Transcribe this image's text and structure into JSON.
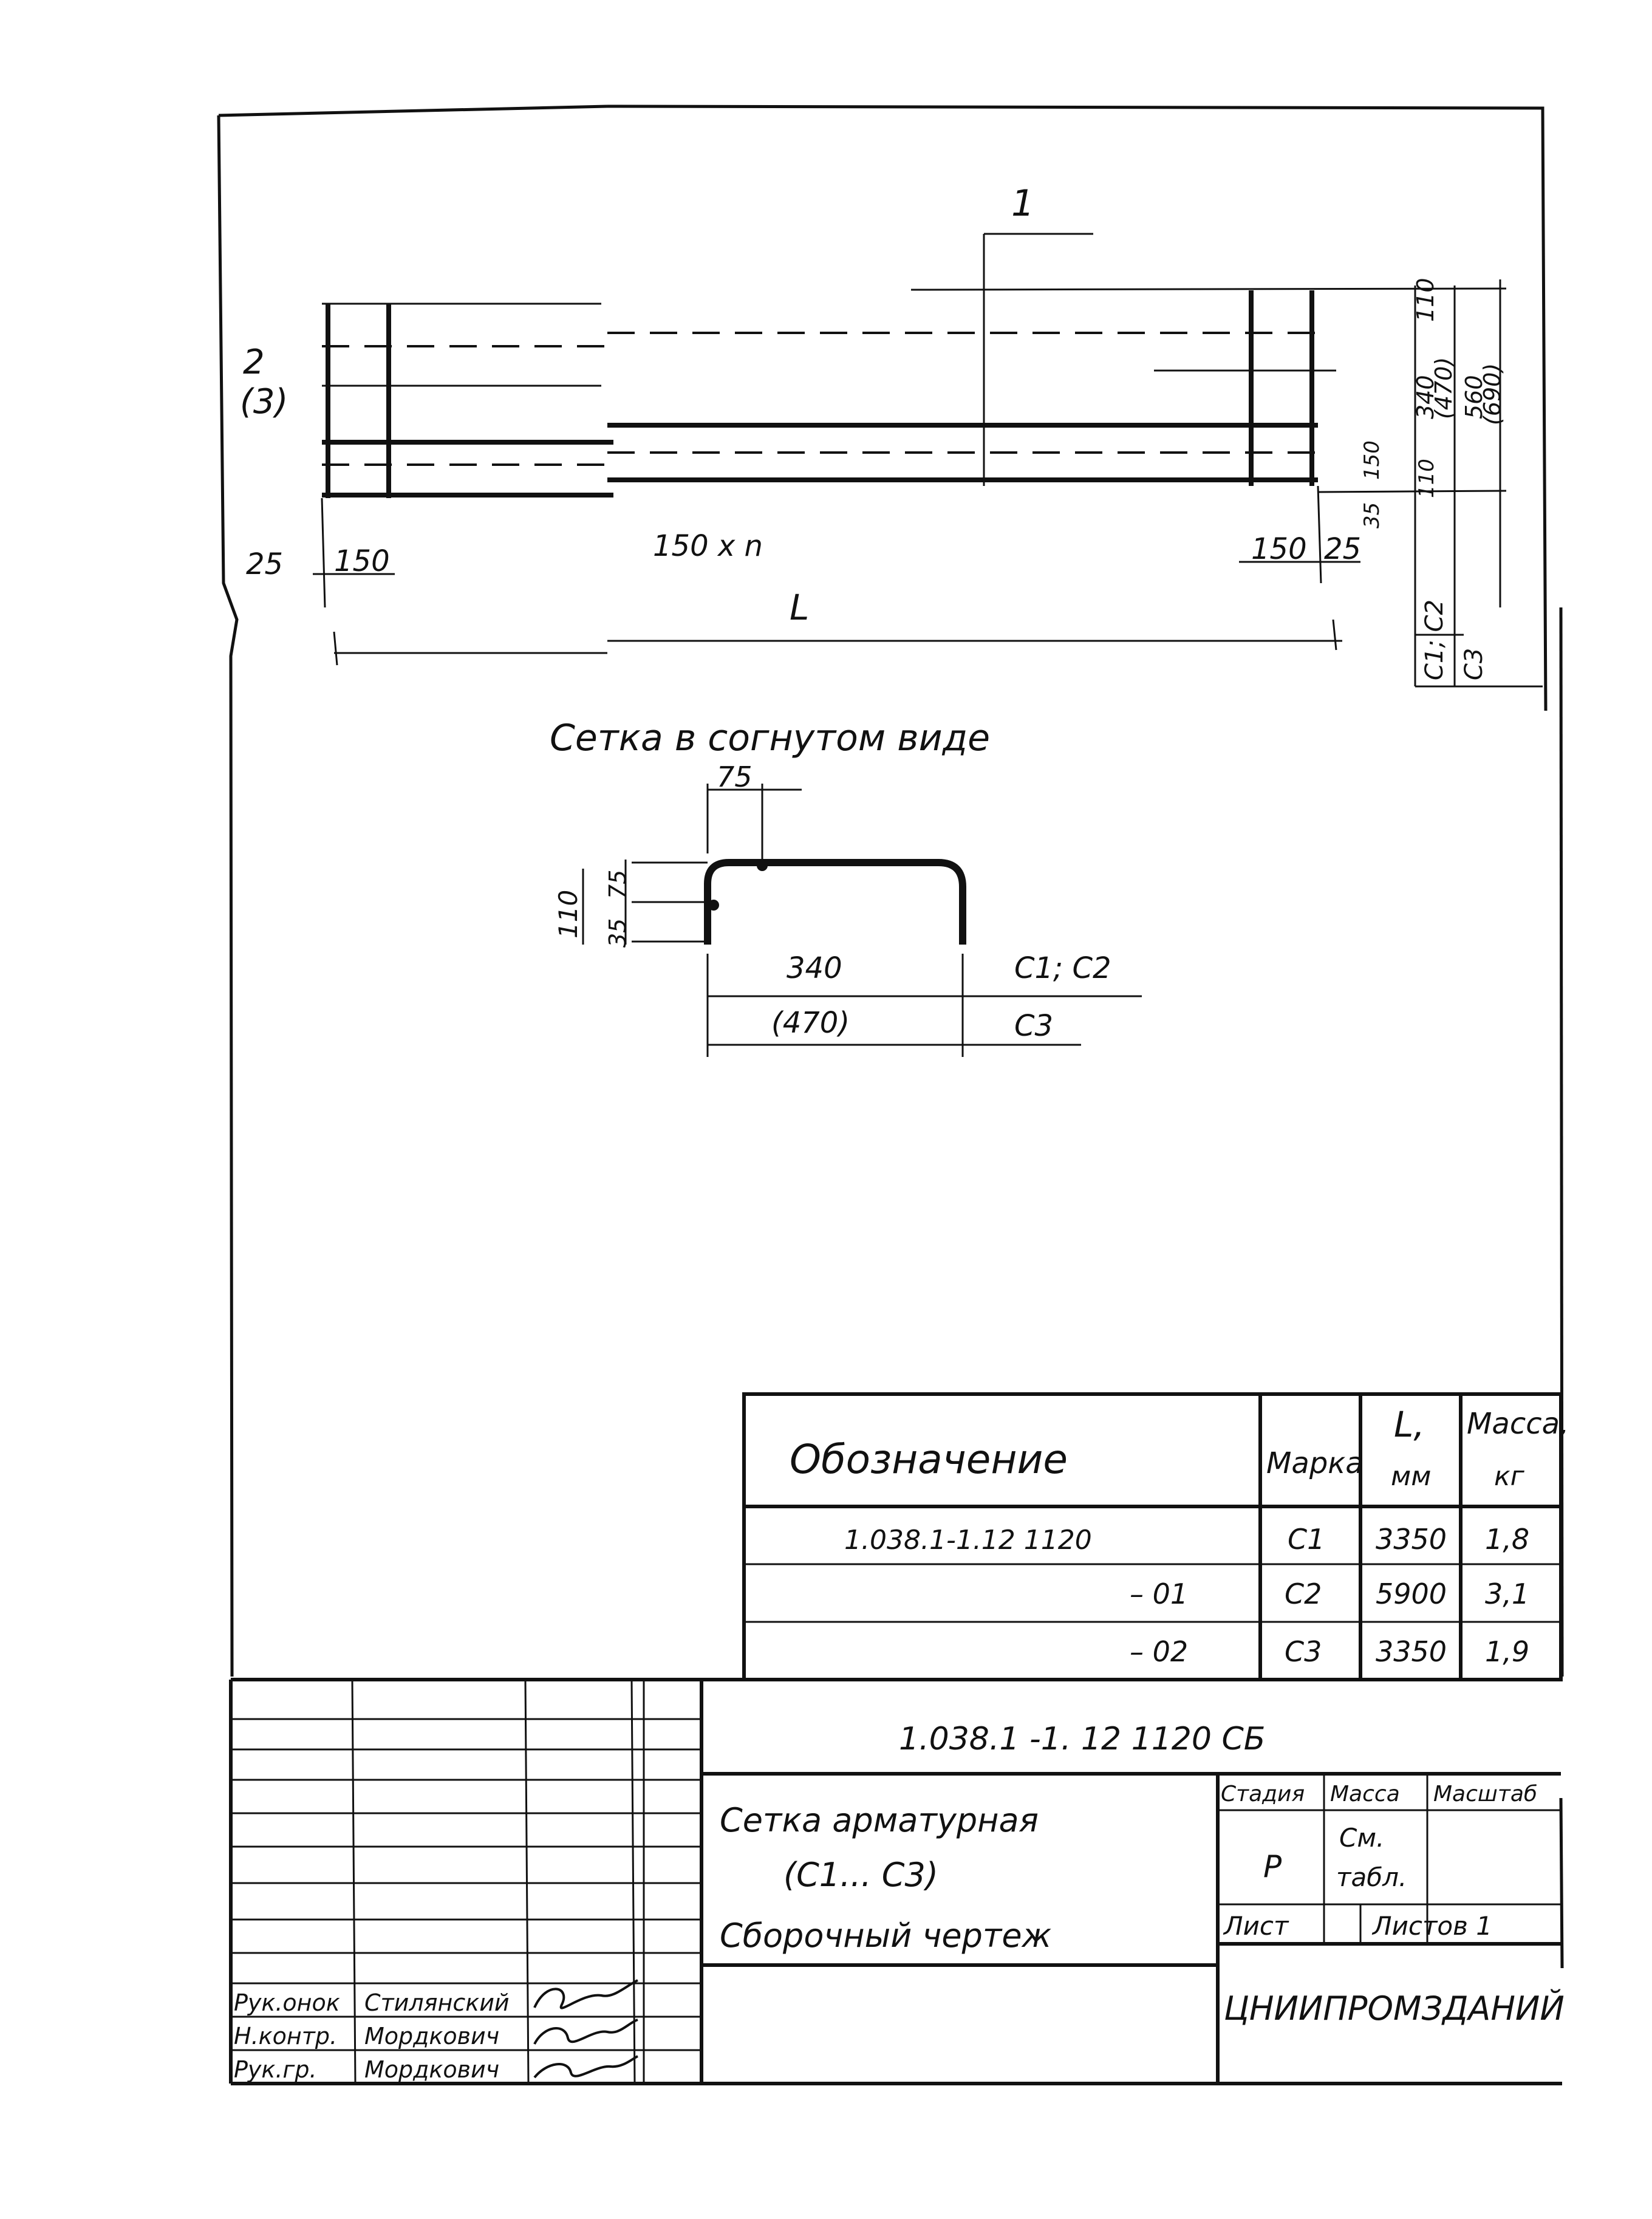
{
  "drawing": {
    "plan": {
      "callout_1": "1",
      "callout_2": "2",
      "callout_3": "(3)",
      "dim_25_left": "25",
      "dim_150_left": "150",
      "dim_150xn": "150 x n",
      "dim_L": "L",
      "dim_150_right": "150",
      "dim_25_right": "25",
      "dim_c1c2": "C1; C2",
      "dim_c3": "C3",
      "dim_110_top": "110",
      "dim_340": "340",
      "dim_470": "(470)",
      "dim_560": "560",
      "dim_690": "(690)",
      "dim_150_v": "150",
      "dim_110_bot": "110",
      "dim_35": "35"
    },
    "section": {
      "title": "Сетка в согнутом виде",
      "dim_75_top": "75",
      "dim_110": "110",
      "dim_35": "35",
      "dim_75": "75",
      "dim_340": "340",
      "dim_470": "(470)",
      "label_c1c2": "C1; C2",
      "label_c3": "C3"
    }
  },
  "spec_table": {
    "headers": {
      "designation": "Обозначение",
      "mark": "Марка",
      "length_top": "L,",
      "length_unit": "мм",
      "mass_top": "Масса,",
      "mass_unit": "кг"
    },
    "rows": [
      {
        "designation": "1.038.1-1.12 1120",
        "mark": "С1",
        "length": "3350",
        "mass": "1,8"
      },
      {
        "designation": "– 01",
        "mark": "С2",
        "length": "5900",
        "mass": "3,1"
      },
      {
        "designation": "– 02",
        "mark": "С3",
        "length": "3350",
        "mass": "1,9"
      }
    ]
  },
  "title_block": {
    "doc_code": "1.038.1 -1. 12  1120  СБ",
    "name_line1": "Сетка арматурная",
    "name_line2": "(С1... С3)",
    "name_line3": "Сборочный чертеж",
    "stage_label": "Стадия",
    "mass_label": "Масса",
    "scale_label": "Масштаб",
    "stage_value": "Р",
    "mass_value_1": "См.",
    "mass_value_2": "табл.",
    "sheet_label": "Лист",
    "sheets_label": "Листов 1",
    "organization": "ЦНИИПРОМЗДАНИЙ",
    "signatures": [
      {
        "role": "Рук.онок",
        "name": "Стилянский"
      },
      {
        "role": "Н.контр.",
        "name": "Мордкович"
      },
      {
        "role": "Рук.гр.",
        "name": "Мордкович"
      }
    ]
  }
}
